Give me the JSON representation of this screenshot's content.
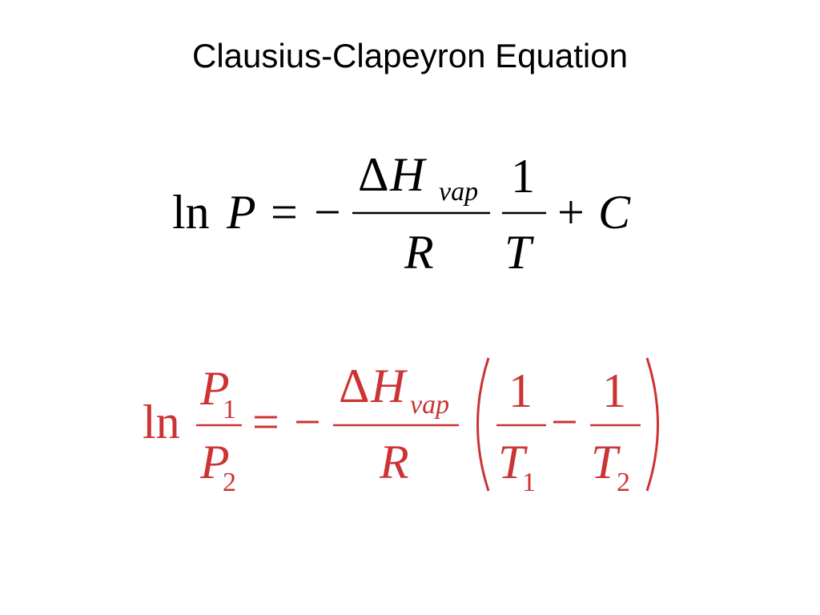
{
  "slide": {
    "title": "Clausius-Clapeyron Equation"
  },
  "colors": {
    "equation1": "#000000",
    "equation2": "#cc3333"
  },
  "equation1": {
    "ln": "ln",
    "P": "P",
    "equals": "=",
    "minus": "−",
    "delta": "Δ",
    "H": "H",
    "vap": "vap",
    "R": "R",
    "one": "1",
    "T": "T",
    "plus": "+",
    "C": "C"
  },
  "equation2": {
    "ln": "ln",
    "P": "P",
    "sub1": "1",
    "sub2": "2",
    "equals": "=",
    "minus": "−",
    "delta": "Δ",
    "H": "H",
    "vap": "vap",
    "R": "R",
    "one": "1",
    "T": "T",
    "inner_minus": "−"
  }
}
